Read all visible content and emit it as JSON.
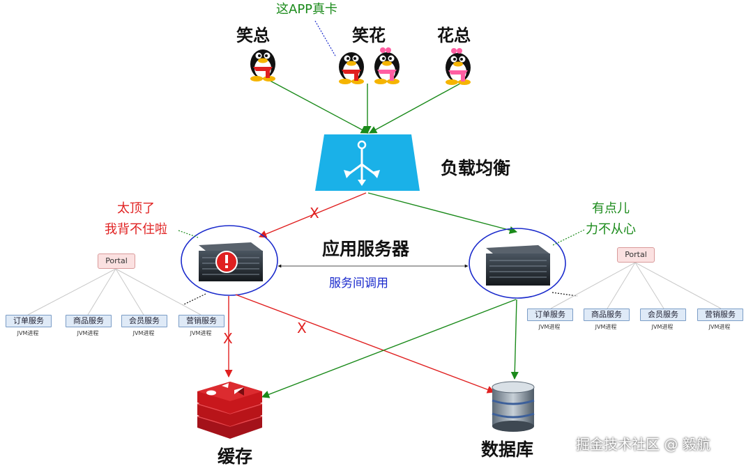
{
  "users": {
    "xiaozong": "笑总",
    "xiaohua": "笑花",
    "huazong": "花总",
    "app_note": "这APP真卡"
  },
  "load_balancer": {
    "label": "负载均衡"
  },
  "app_server": {
    "label": "应用服务器",
    "rpc_label": "服务间调用",
    "left_note": [
      "太顶了",
      "我背不住啦"
    ],
    "right_note": [
      "有点儿",
      "力不从心"
    ]
  },
  "cluster_left": {
    "portal": "Portal",
    "services": [
      "订单服务",
      "商品服务",
      "会员服务",
      "营销服务"
    ],
    "process_label": "JVM进程"
  },
  "cluster_right": {
    "portal": "Portal",
    "services": [
      "订单服务",
      "商品服务",
      "会员服务",
      "营销服务"
    ],
    "process_label": "JVM进程"
  },
  "cache": {
    "label": "缓存"
  },
  "database": {
    "label": "数据库"
  },
  "fail_mark": "X",
  "watermark": "掘金技术社区 @ 毅航",
  "colors": {
    "red": "#e02020",
    "green": "#1a8a1a",
    "blue": "#1a2acc",
    "lb_blue": "#1ab1e8",
    "redis_red": "#c8171c"
  }
}
